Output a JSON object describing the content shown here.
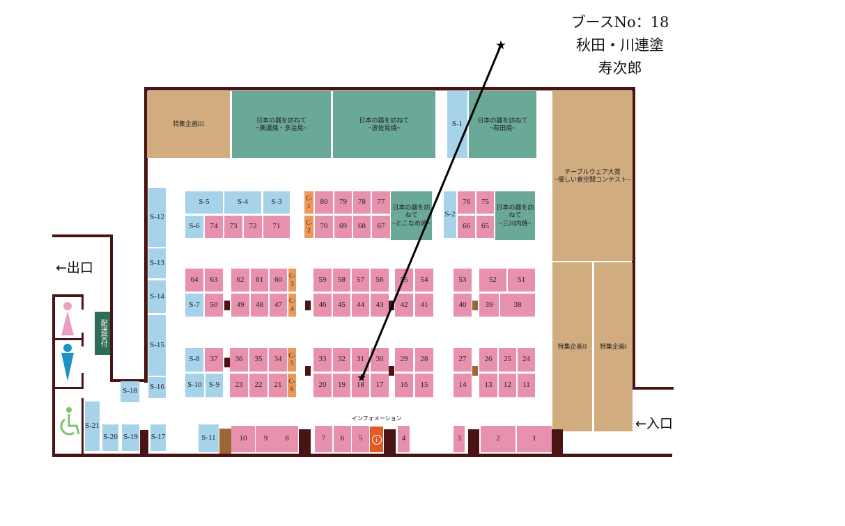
{
  "annotation": {
    "booth_no": "ブースNo：18",
    "name_line": "秋田・川連塗",
    "exhibitor": "寿次郎"
  },
  "signs": {
    "exit": "←出口",
    "entrance": "←入口",
    "information": "インフォメーション",
    "delivery": "配送受付"
  },
  "icons": {
    "women": "women-restroom-icon",
    "men": "men-restroom-icon",
    "accessible": "wheelchair-icon",
    "info": "information-icon",
    "marker": "star-marker-icon"
  },
  "colors": {
    "booth": "#e891ad",
    "sponsor": "#a7d3ea",
    "corner": "#e99a5a",
    "feature": "#6aa898",
    "special": "#d0ac7e",
    "wall": "#4a1414"
  },
  "booths": {
    "t3": "特集企画III",
    "g1": "日本の器を訪ねて\n~美濃焼・多治見~",
    "g2": "日本の器を訪ねて\n~波佐見焼~",
    "g3": "日本の器を訪ねて\n~有田焼~",
    "g4": "日本の器を訪ねて\n~とこなめ焼~",
    "g5": "日本の器を訪ねて\n~三川内焼~",
    "ta": "テーブルウェア大賞\n~優しい食空間コンテスト~",
    "t2": "特集企画II",
    "t1": "特集企画I",
    "S1": "S-1",
    "S2": "S-2",
    "S3": "S-3",
    "S4": "S-4",
    "S5": "S-5",
    "S6": "S-6",
    "S7": "S-7",
    "S8": "S-8",
    "S9": "S-9",
    "S10": "S-10",
    "S11": "S-11",
    "S12": "S-12",
    "S13": "S-13",
    "S14": "S-14",
    "S15": "S-15",
    "S16": "S-16",
    "S17": "S-17",
    "S18": "S-18",
    "S19": "S-19",
    "S20": "S-20",
    "S21": "S-21",
    "C1": "C-1",
    "C2": "C-2",
    "C3": "C-3",
    "C4": "C-4",
    "C5": "C-5",
    "C6": "C-6",
    "n1": "1",
    "n2": "2",
    "n3": "3",
    "n4": "4",
    "n5": "5",
    "n6": "6",
    "n7": "7",
    "n8": "8",
    "n9": "9",
    "n10": "10",
    "n11": "11",
    "n12": "12",
    "n13": "13",
    "n14": "14",
    "n15": "15",
    "n16": "16",
    "n17": "17",
    "n18": "18",
    "n19": "19",
    "n20": "20",
    "n21": "21",
    "n22": "22",
    "n23": "23",
    "n24": "24",
    "n25": "25",
    "n26": "26",
    "n27": "27",
    "n28": "28",
    "n29": "29",
    "n30": "30",
    "n31": "31",
    "n32": "32",
    "n33": "33",
    "n34": "34",
    "n35": "35",
    "n36": "36",
    "n37": "37",
    "n38": "38",
    "n39": "39",
    "n40": "40",
    "n41": "41",
    "n42": "42",
    "n43": "43",
    "n44": "44",
    "n45": "45",
    "n46": "46",
    "n47": "47",
    "n48": "48",
    "n49": "49",
    "n50": "50",
    "n51": "51",
    "n52": "52",
    "n53": "53",
    "n54": "54",
    "n55": "55",
    "n56": "56",
    "n57": "57",
    "n58": "58",
    "n59": "59",
    "n60": "60",
    "n61": "61",
    "n62": "62",
    "n63": "63",
    "n64": "64",
    "n65": "65",
    "n66": "66",
    "n67": "67",
    "n68": "68",
    "n69": "69",
    "n70": "70",
    "n71": "71",
    "n72": "72",
    "n73": "73",
    "n74": "74",
    "n75": "75",
    "n76": "76",
    "n77": "77",
    "n78": "78",
    "n79": "79",
    "n80": "80"
  },
  "highlighted_booth": "n18"
}
